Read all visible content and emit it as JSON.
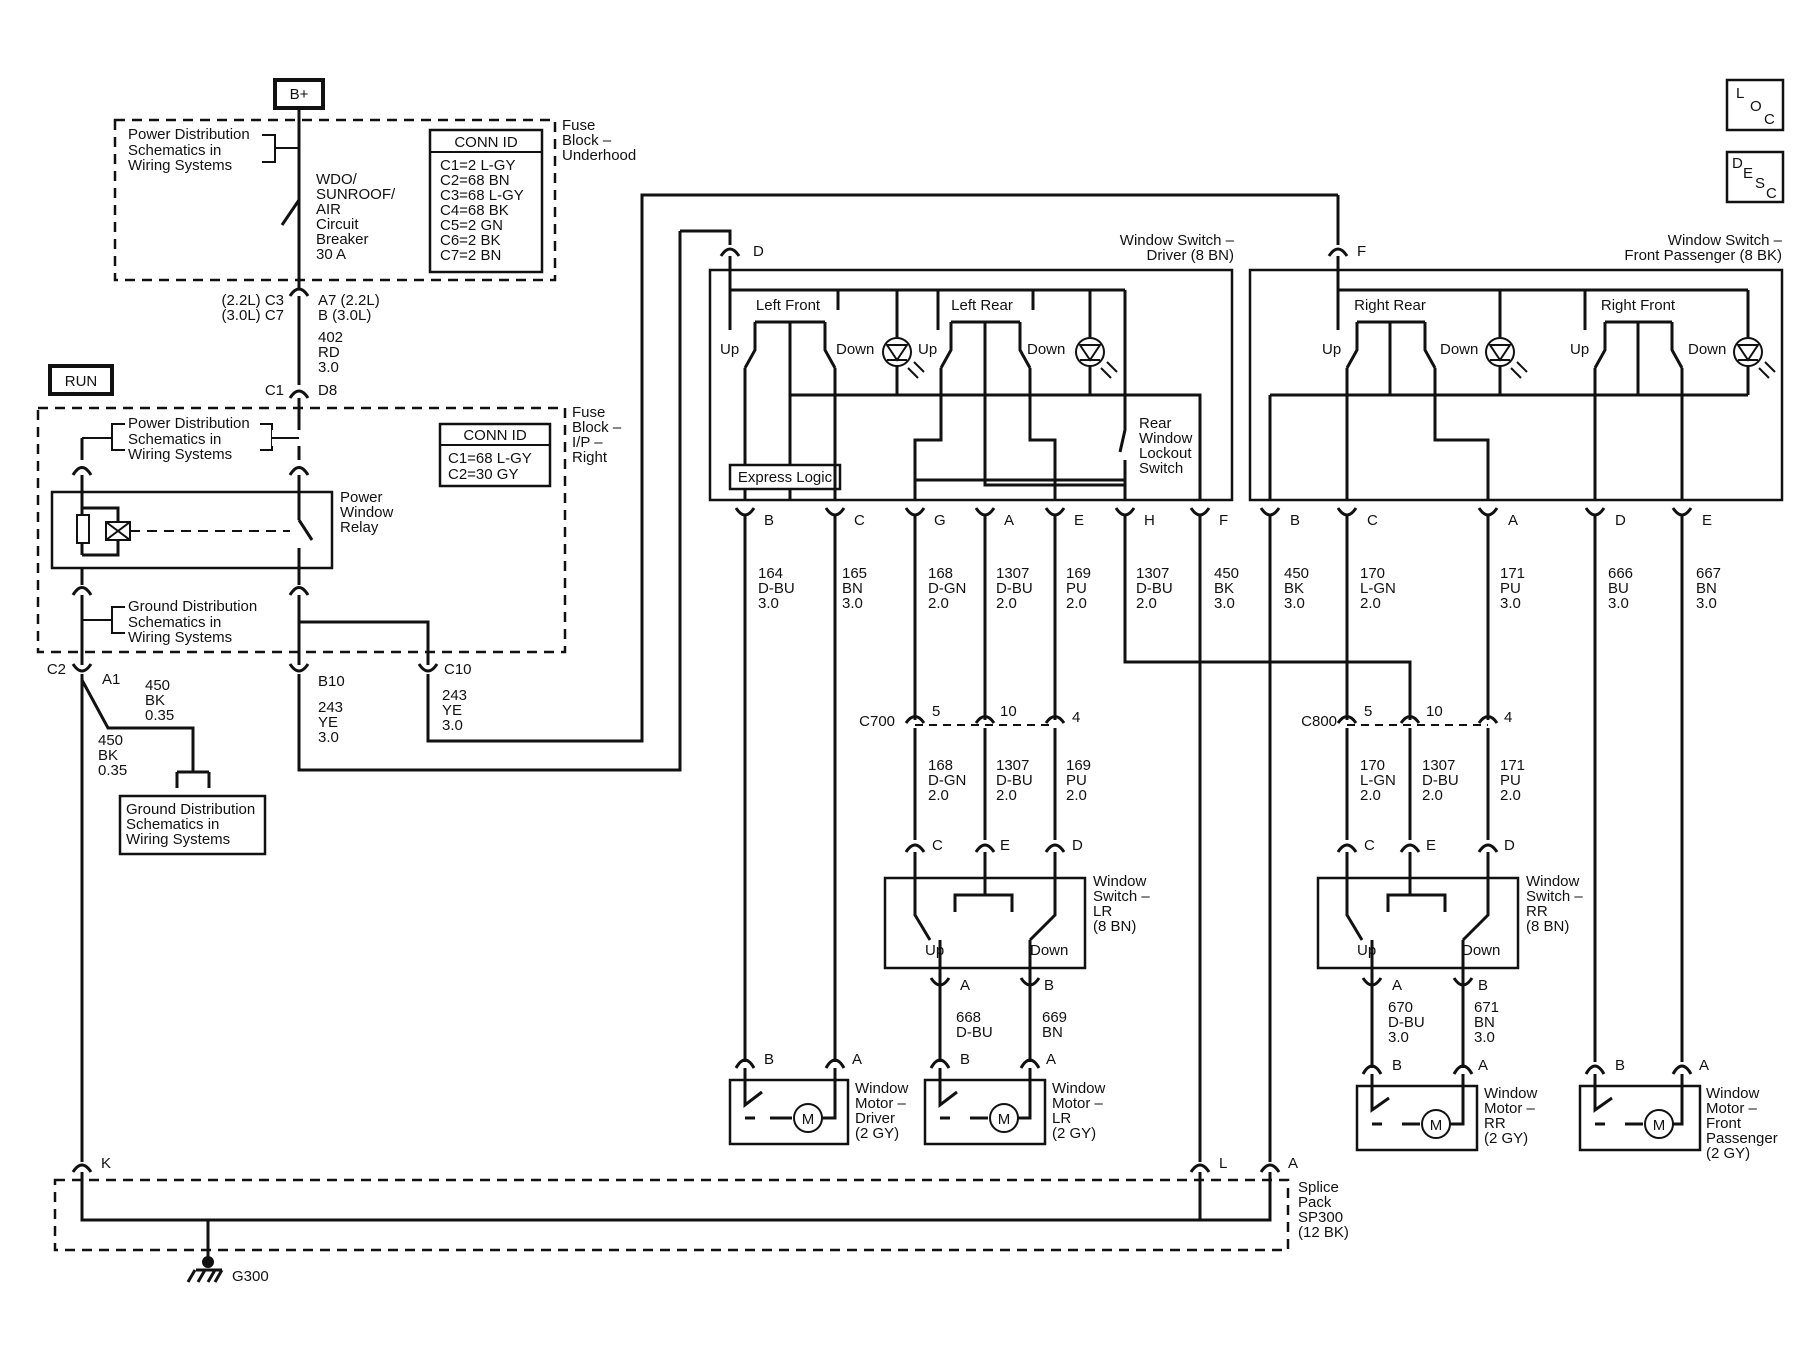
{
  "labels": {
    "bplus": "B+",
    "run": "RUN",
    "pd_sch_1": [
      "Power Distribution",
      "Schematics in",
      "Wiring Systems"
    ],
    "pd_sch_2": [
      "Power Distribution",
      "Schematics in",
      "Wiring Systems"
    ],
    "gd_sch_1": [
      "Ground Distribution",
      "Schematics in",
      "Wiring Systems"
    ],
    "gd_sch_2": [
      "Ground Distribution",
      "Schematics in",
      "Wiring Systems"
    ],
    "breaker": [
      "WDO/",
      "SUNROOF/",
      "AIR",
      "Circuit",
      "Breaker",
      "30 A"
    ],
    "fuse_underhood": [
      "Fuse",
      "Block –",
      "Underhood"
    ],
    "fuse_ip": [
      "Fuse",
      "Block –",
      "I/P –",
      "Right"
    ],
    "relay": [
      "Power",
      "Window",
      "Relay"
    ],
    "conn_id_title_1": "CONN ID",
    "conn_id_1": [
      "C1=2 L-GY",
      "C2=68 BN",
      "C3=68 L-GY",
      "C4=68 BK",
      "C5=2 GN",
      "C6=2 BK",
      "C7=2 BN"
    ],
    "conn_id_title_2": "CONN ID",
    "conn_id_2": [
      "C1=68 L-GY",
      "C2=30 GY"
    ],
    "c3_left": [
      "(2.2L) C3",
      "(3.0L) C7"
    ],
    "c3_right": [
      "A7 (2.2L)",
      "B (3.0L)"
    ],
    "wire_402": [
      "402",
      "RD",
      "3.0"
    ],
    "c1": "C1",
    "d8": "D8",
    "c2": "C2",
    "a1": "A1",
    "b10": "B10",
    "c10": "C10",
    "wire_450a": [
      "450",
      "BK",
      "0.35"
    ],
    "wire_450b": [
      "450",
      "BK",
      "0.35"
    ],
    "wire_243a": [
      "243",
      "YE",
      "3.0"
    ],
    "wire_243b": [
      "243",
      "YE",
      "3.0"
    ],
    "pin_d_driver": "D",
    "pin_f_pass": "F",
    "sw_driver_title": [
      "Window Switch –",
      "Driver (8 BN)"
    ],
    "sw_pass_title": [
      "Window Switch –",
      "Front Passenger (8 BK)"
    ],
    "left_front": "Left Front",
    "left_rear": "Left Rear",
    "right_rear": "Right Rear",
    "right_front": "Right Front",
    "up": "Up",
    "down": "Down",
    "express_logic": "Express Logic",
    "lockout": [
      "Rear",
      "Window",
      "Lockout",
      "Switch"
    ],
    "drv_pins": [
      "B",
      "C",
      "G",
      "A",
      "E",
      "H",
      "F"
    ],
    "pass_pins": [
      "B",
      "C",
      "A",
      "D",
      "E"
    ],
    "drv_wires": [
      [
        "164",
        "D-BU",
        "3.0"
      ],
      [
        "165",
        "BN",
        "3.0"
      ],
      [
        "168",
        "D-GN",
        "2.0"
      ],
      [
        "1307",
        "D-BU",
        "2.0"
      ],
      [
        "169",
        "PU",
        "2.0"
      ],
      [
        "1307",
        "D-BU",
        "2.0"
      ],
      [
        "450",
        "BK",
        "3.0"
      ]
    ],
    "pass_wires": [
      [
        "450",
        "BK",
        "3.0"
      ],
      [
        "170",
        "L-GN",
        "2.0"
      ],
      [
        "171",
        "PU",
        "3.0"
      ],
      [
        "666",
        "BU",
        "3.0"
      ],
      [
        "667",
        "BN",
        "3.0"
      ]
    ],
    "c700": "C700",
    "c800": "C800",
    "c700_pins": [
      "5",
      "10",
      "4"
    ],
    "c800_pins": [
      "5",
      "10",
      "4"
    ],
    "lr_wires": [
      [
        "168",
        "D-GN",
        "2.0"
      ],
      [
        "1307",
        "D-BU",
        "2.0"
      ],
      [
        "169",
        "PU",
        "2.0"
      ]
    ],
    "rr_wires": [
      [
        "170",
        "L-GN",
        "2.0"
      ],
      [
        "1307",
        "D-BU",
        "2.0"
      ],
      [
        "171",
        "PU",
        "2.0"
      ]
    ],
    "lr_pins_top": [
      "C",
      "E",
      "D"
    ],
    "rr_pins_top": [
      "C",
      "E",
      "D"
    ],
    "sw_lr": [
      "Window",
      "Switch –",
      "LR",
      "(8 BN)"
    ],
    "sw_rr": [
      "Window",
      "Switch –",
      "RR",
      "(8 BN)"
    ],
    "lr_pins_bot": [
      "A",
      "B"
    ],
    "rr_pins_bot": [
      "A",
      "B"
    ],
    "lr_motor_wires": [
      [
        "668",
        "D-BU"
      ],
      [
        "669",
        "BN"
      ]
    ],
    "rr_motor_wires": [
      [
        "670",
        "D-BU",
        "3.0"
      ],
      [
        "671",
        "BN",
        "3.0"
      ]
    ],
    "motor_pins": [
      "B",
      "A"
    ],
    "motor_m": "M",
    "motor_driver": [
      "Window",
      "Motor –",
      "Driver",
      "(2 GY)"
    ],
    "motor_lr": [
      "Window",
      "Motor –",
      "LR",
      "(2 GY)"
    ],
    "motor_rr": [
      "Window",
      "Motor –",
      "RR",
      "(2 GY)"
    ],
    "motor_fp": [
      "Window",
      "Motor –",
      "Front",
      "Passenger",
      "(2 GY)"
    ],
    "splice_pins": [
      "K",
      "L",
      "A"
    ],
    "splice": [
      "Splice",
      "Pack",
      "SP300",
      "(12 BK)"
    ],
    "ground": "G300",
    "loc": [
      "L",
      "O",
      "C"
    ],
    "desc": [
      "D",
      "E",
      "S",
      "C"
    ]
  }
}
